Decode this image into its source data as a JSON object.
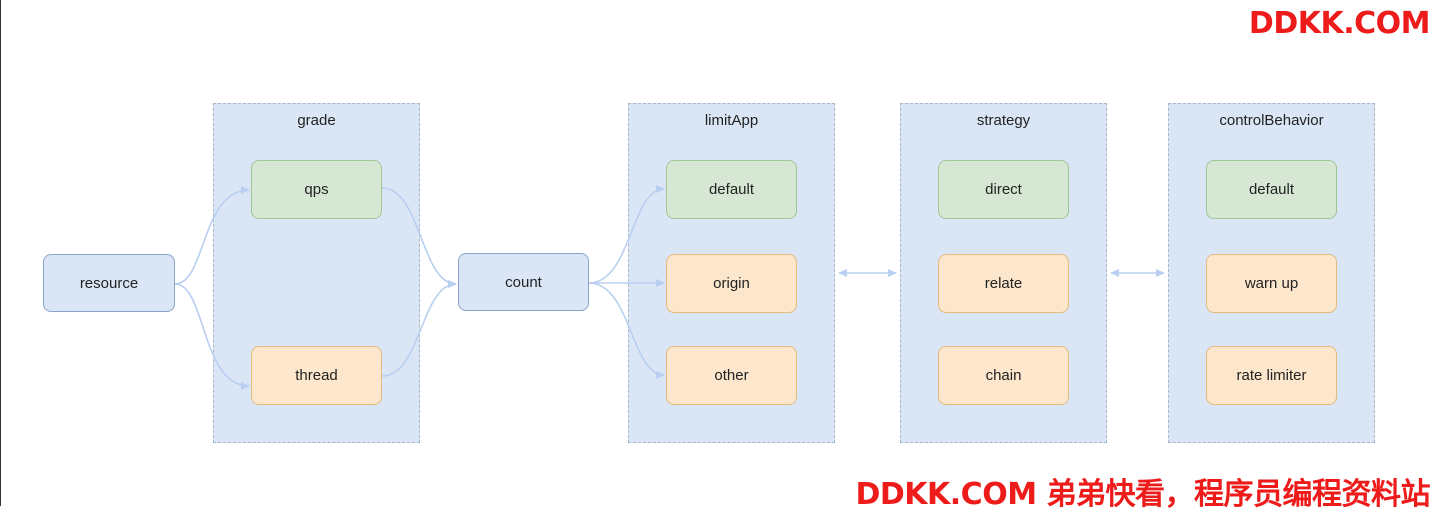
{
  "watermark": {
    "top": "DDKK.COM",
    "bottom": "DDKK.COM 弟弟快看，程序员编程资料站",
    "color": "#ee1b1b"
  },
  "groups": {
    "grade": "grade",
    "limitApp": "limitApp",
    "strategy": "strategy",
    "controlBehavior": "controlBehavior"
  },
  "nodes": {
    "resource": "resource",
    "count": "count",
    "qps": "qps",
    "thread": "thread",
    "limitapp_default": "default",
    "origin": "origin",
    "other": "other",
    "direct": "direct",
    "relate": "relate",
    "chain": "chain",
    "control_default": "default",
    "warn_up": "warn up",
    "rate_limiter": "rate limiter"
  },
  "colors": {
    "edge": "#b9cff1",
    "group_fill": "#dae6f6",
    "group_border": "#a9b6c9",
    "green_fill": "#d6e8d4",
    "green_border": "#9fc697",
    "orange_fill": "#fce6cc",
    "orange_border": "#e3bb7d",
    "blue_fill": "#dae6f6",
    "blue_border": "#8aa3c7"
  }
}
